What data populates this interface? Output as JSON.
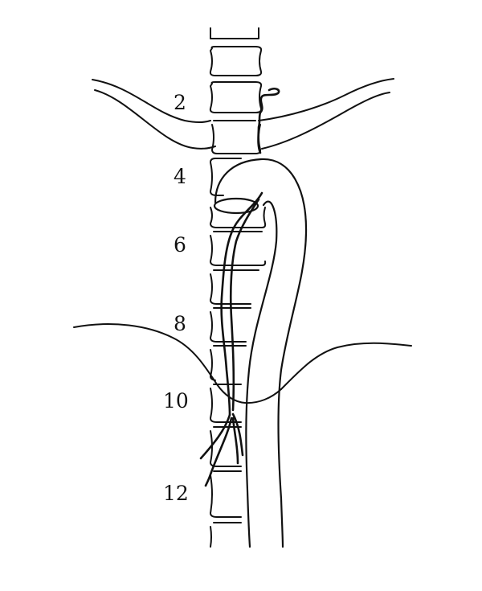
{
  "vertebra_labels": {
    "l2": "2",
    "l4": "4",
    "l6": "6",
    "l8": "8",
    "l10": "10",
    "l12": "12"
  },
  "colors": {
    "ink": "#111111",
    "background": "#ffffff"
  }
}
